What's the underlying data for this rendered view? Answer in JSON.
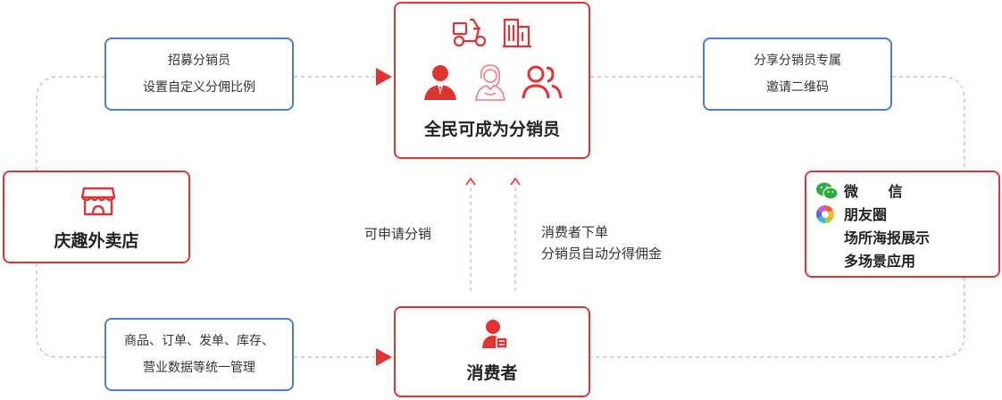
{
  "distributor": {
    "title": "全民可成为分销员",
    "icons": [
      "scooter-icon",
      "building-icon",
      "businessman-icon",
      "woman-icon",
      "group-icon"
    ],
    "accent": "#e03434"
  },
  "shop": {
    "title": "庆趣外卖店",
    "icon": "storefront-icon"
  },
  "consumer": {
    "title": "消费者",
    "icon": "consumer-icon"
  },
  "notes": {
    "recruit": [
      "招募分销员",
      "设置自定义分佣比例"
    ],
    "share": [
      "分享分销员专属",
      "邀请二维码"
    ],
    "manage": [
      "商品、订单、发单、库存、",
      "营业数据等统一管理"
    ]
  },
  "labels": {
    "apply": "可申请分销",
    "commission": [
      "消费者下单",
      "分销员自动分得佣金"
    ]
  },
  "channels": [
    {
      "icon": "wechat-icon",
      "label": "微 信"
    },
    {
      "icon": "moments-icon",
      "label": "朋友圈"
    },
    {
      "icon": "",
      "label": "场所海报展示"
    },
    {
      "icon": "",
      "label": "多场景应用"
    }
  ],
  "colors": {
    "red": "#e03434",
    "blue": "#4a7fd0",
    "link": "#f2a0a0"
  }
}
